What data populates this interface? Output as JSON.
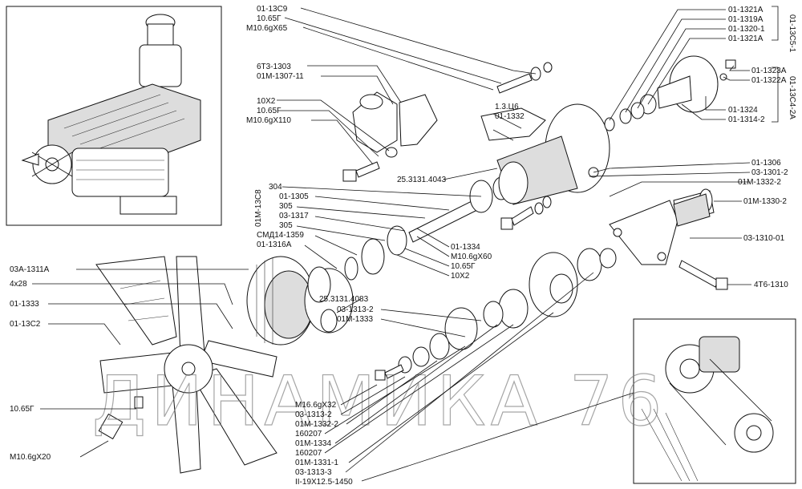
{
  "watermark": "ДИНАМИКА 76",
  "labels": {
    "l01": "01-13С9",
    "l02": "10.65Г",
    "l03": "М10.6gX65",
    "l04": "6Т3-1303",
    "l05": "01М-1307-11",
    "l06": "10Х2",
    "l07": "10.65Г",
    "l08": "М10.6gX110",
    "l09": "1.3.Ц6",
    "l10": "01-1332",
    "l11": "25.3131.4043",
    "l12": "304",
    "l13": "01-1305",
    "l14": "305",
    "l15": "03-1317",
    "l16": "305",
    "l17": "СМД14-1359",
    "l18": "01-1316А",
    "l19": "01М-13С8",
    "l20": "03А-1311А",
    "l21": "4х28",
    "l22": "01-1333",
    "l23": "01-13С2",
    "l24": "10.65Г",
    "l25": "М10.6gX20",
    "l26": "01-1334",
    "l27": "М10.6gX60",
    "l28": "10.65Г",
    "l29": "10Х2",
    "l30": "25.3131.4083",
    "l31": "03-1313-2",
    "l32": "01М-1333",
    "l33": "М16.6gX32",
    "l34": "03-1313-2",
    "l35": "01М-1332-2",
    "l36": "160207",
    "l37": "01М-1334",
    "l38": "160207",
    "l39": "01М-1331-1",
    "l40": "03-1313-3",
    "l41": "II-19X12.5-1450",
    "r01": "01-1321А",
    "r02": "01-1319А",
    "r03": "01-1320-1",
    "r04": "01-1321А",
    "r05": "01-1323А",
    "r06": "01-1322А",
    "r07": "01-1324",
    "r08": "01-1314-2",
    "r09": "01-1306",
    "r10": "03-1301-2",
    "r11": "01М-1332-2",
    "r12": "01М-1330-2",
    "r13": "03-1310-01",
    "r14": "4Т6-1310",
    "g1": "01-13С5-1",
    "g2": "01-13С4-2А"
  }
}
